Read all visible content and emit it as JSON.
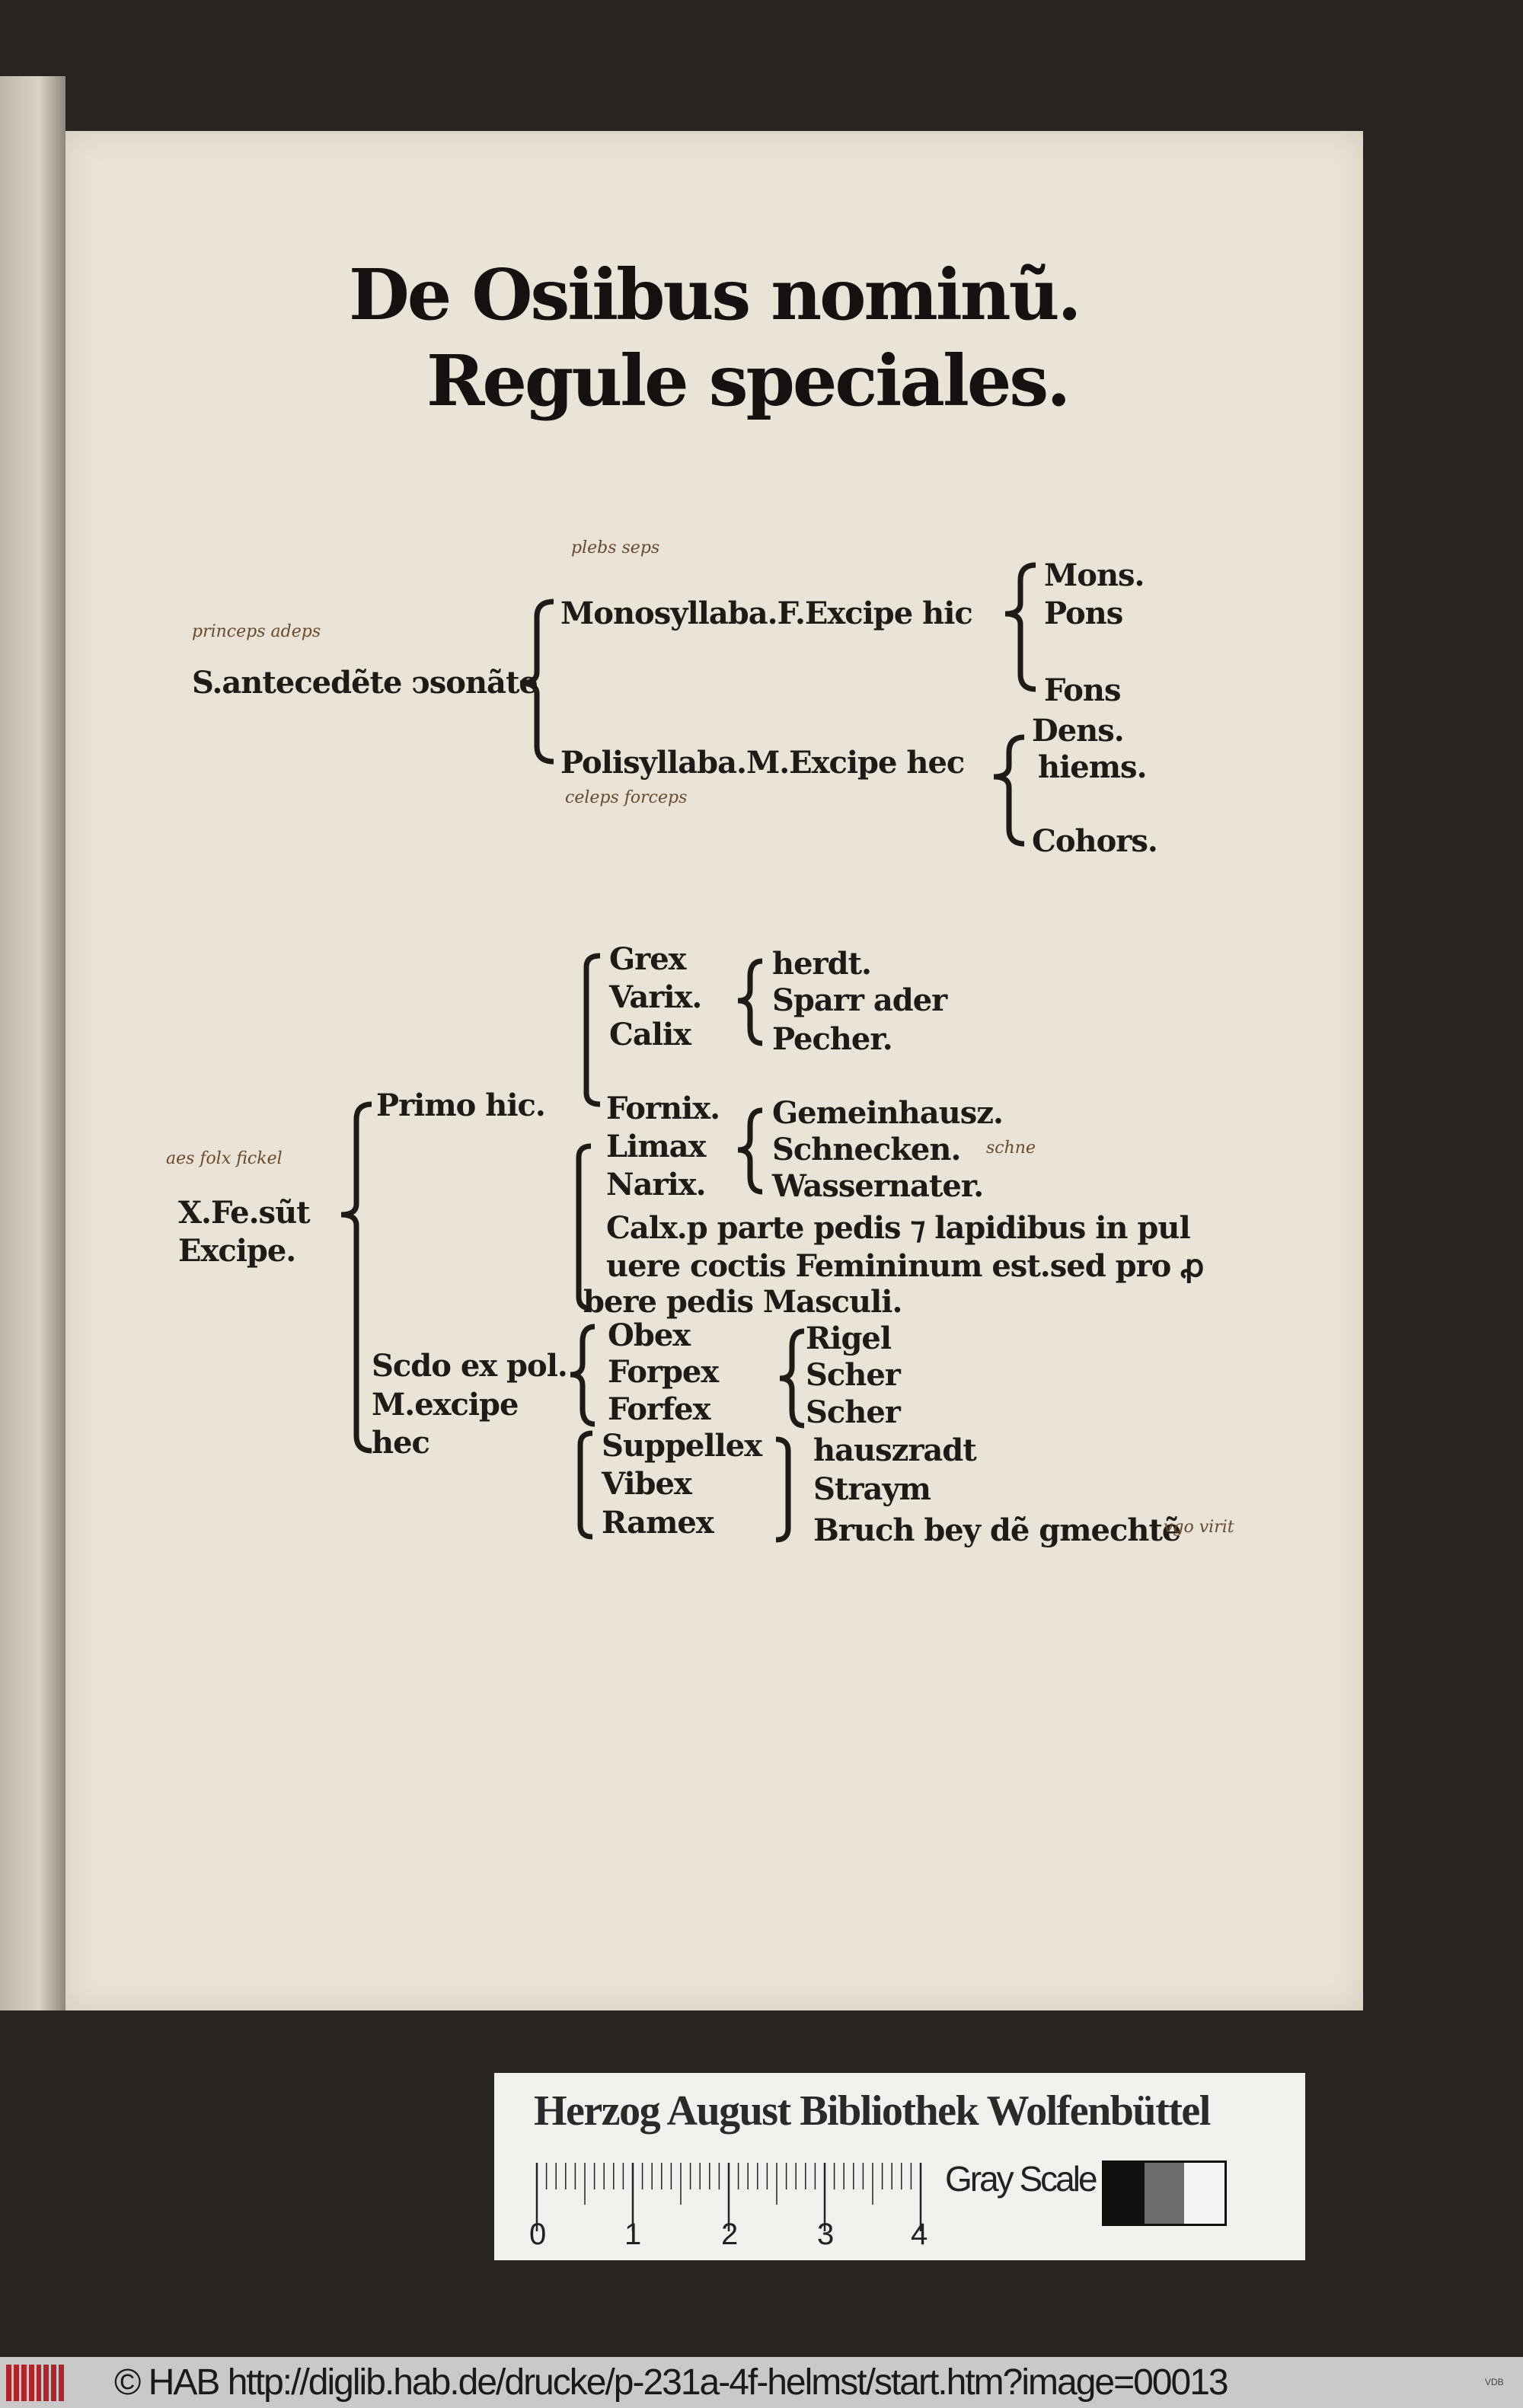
{
  "document": {
    "title_line1": "De Osiibus nominũ.",
    "title_line2": "Regule speciales.",
    "diagram1": {
      "root": "S.antecedẽte ↄsonãte",
      "root_annotation": "princeps adeps",
      "branch_monosyllaba": "Monosyllaba.F.Excipe hic",
      "branch_monosyllaba_annotation": "plebs seps",
      "mono_exceptions": [
        "Mons.",
        "Pons",
        "Fons"
      ],
      "branch_polisyllaba": "Polisyllaba.M.Excipe hec",
      "branch_polisyllaba_annotation": "celeps forceps",
      "poly_exceptions": [
        "Dens.",
        "hiems.",
        "Cohors."
      ]
    },
    "diagram2": {
      "root_line1": "X.Fe.sũt",
      "root_line2": "Excipe.",
      "root_annotation": "aes folx fickel",
      "primo": "Primo hic.",
      "group1_latin": [
        "Grex",
        "Varix.",
        "Calix"
      ],
      "group1_german": [
        "herdt.",
        "Sparr ader",
        "Pecher."
      ],
      "group2_latin": [
        "Fornix.",
        "Limax",
        "Narix."
      ],
      "group2_german": [
        "Gemeinhausz.",
        "Schnecken.",
        "Wassernater."
      ],
      "group2_annotation": "schne",
      "calx_lines": [
        "Calx.p parte pedis ⁊ lapidibus in pul",
        "uere coctis Femininum est.sed pro ꝓ",
        "bere pedis Masculi."
      ],
      "secundo": [
        "Scdo ex pol.",
        "M.excipe",
        "hec"
      ],
      "group3_latin": [
        "Obex",
        "Forpex",
        "Forfex"
      ],
      "group3_german": [
        "Rigel",
        "Scher",
        "Scher"
      ],
      "group4_latin": [
        "Suppellex",
        "Vibex",
        "Ramex"
      ],
      "group4_german": [
        "hauszradt",
        "Straym",
        "Bruch bey dẽ gmechtẽ"
      ],
      "group4_annotation": "vgo virit"
    }
  },
  "card": {
    "title": "Herzog August Bibliothek Wolfenbüttel",
    "ruler_numbers": [
      "0",
      "1",
      "2",
      "3",
      "4"
    ],
    "gray_scale_label": "Gray Scale",
    "swatch_colors": [
      "#111111",
      "#6e6e6e",
      "#f5f5f5"
    ]
  },
  "footer": {
    "text": "© HAB http://diglib.hab.de/drucke/p-231a-4f-helmst/start.htm?image=00013",
    "badge": "VDB",
    "logo_color": "#b0252c"
  }
}
